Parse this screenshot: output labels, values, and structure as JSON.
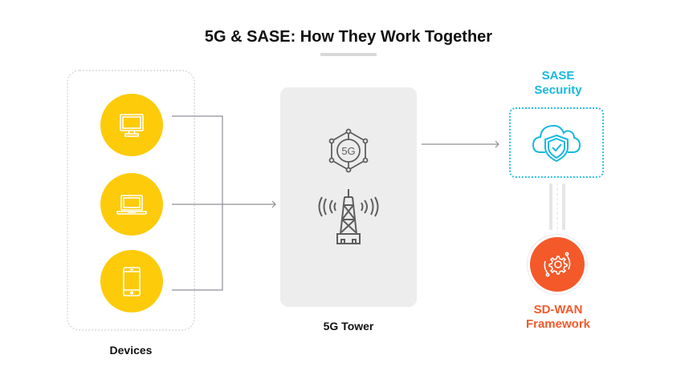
{
  "title": "5G & SASE: How They Work Together",
  "devices": {
    "label": "Devices",
    "items": [
      {
        "icon": "desktop-monitor-icon"
      },
      {
        "icon": "laptop-icon"
      },
      {
        "icon": "smartphone-icon"
      }
    ],
    "circle_color": "#fdcb0a"
  },
  "tower": {
    "label": "5G Tower",
    "icons": [
      "5g-network-icon",
      "cell-tower-icon"
    ],
    "network_icon_text": "5G"
  },
  "sase": {
    "title_line1": "SASE",
    "title_line2": "Security",
    "icon": "cloud-shield-check-icon",
    "color": "#19b9dd"
  },
  "sdwan": {
    "title_line1": "SD-WAN",
    "title_line2": "Framework",
    "icon": "gear-orbit-icon",
    "color": "#f4592a"
  }
}
